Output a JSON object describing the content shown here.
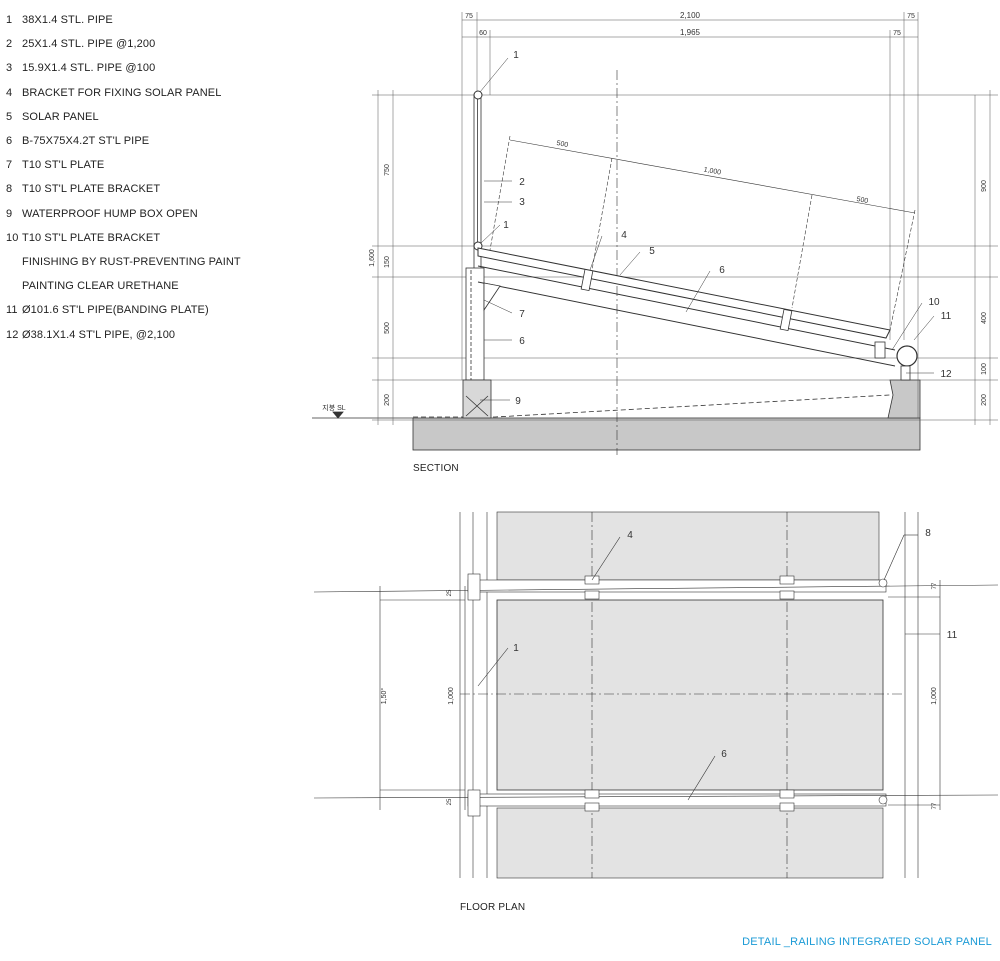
{
  "legend": [
    {
      "num": "1",
      "text": "38X1.4 STL. PIPE"
    },
    {
      "num": "2",
      "text": "25X1.4 STL. PIPE @1,200"
    },
    {
      "num": "3",
      "text": "15.9X1.4 STL. PIPE @100"
    },
    {
      "num": "4",
      "text": "BRACKET FOR FIXING SOLAR PANEL"
    },
    {
      "num": "5",
      "text": "SOLAR PANEL"
    },
    {
      "num": "6",
      "text": "B-75X75X4.2T ST'L PIPE"
    },
    {
      "num": "7",
      "text": "T10 ST'L PLATE"
    },
    {
      "num": "8",
      "text": "T10 ST'L PLATE BRACKET"
    },
    {
      "num": "9",
      "text": "WATERPROOF HUMP BOX OPEN"
    },
    {
      "num": "10",
      "text": "T10 ST'L PLATE BRACKET"
    },
    {
      "num": "",
      "text": "FINISHING BY RUST-PREVENTING PAINT"
    },
    {
      "num": "",
      "text": "PAINTING CLEAR URETHANE"
    },
    {
      "num": "11",
      "text": "Ø101.6 ST'L PIPE(BANDING PLATE)"
    },
    {
      "num": "12",
      "text": "Ø38.1X1.4 ST'L PIPE, @2,100"
    }
  ],
  "section": {
    "caption": "SECTION",
    "dims_top": {
      "left": "75",
      "total": "2,100",
      "right": "75",
      "inner_left": "60",
      "inner": "1,965",
      "inner_right": "75"
    },
    "dims_left": {
      "total": "1,600",
      "a": "750",
      "b": "150",
      "c": "500",
      "d": "200"
    },
    "dims_right": {
      "a": "900",
      "b": "400",
      "c": "100",
      "d": "200"
    },
    "dims_slope": {
      "a": "500",
      "b": "1,000",
      "c": "500"
    },
    "level_label": "지붕 SL",
    "callouts": [
      "1",
      "2",
      "3",
      "1",
      "4",
      "5",
      "6",
      "7",
      "6",
      "9",
      "10",
      "11",
      "12"
    ]
  },
  "plan": {
    "caption": "FLOOR PLAN",
    "dims_left": {
      "total": "1,50°",
      "inner": "1,000",
      "top": "25",
      "bottom": "25"
    },
    "dims_right": {
      "inner": "1,000",
      "top": "77",
      "bottom": "77"
    },
    "callouts": [
      "4",
      "8",
      "1",
      "11",
      "6"
    ]
  },
  "title": "DETAIL _RAILING INTEGRATED SOLAR PANEL",
  "colors": {
    "accent": "#1a9ad6",
    "line": "#333333",
    "panel": "#e3e3e3",
    "ground": "#c8c8c8"
  }
}
